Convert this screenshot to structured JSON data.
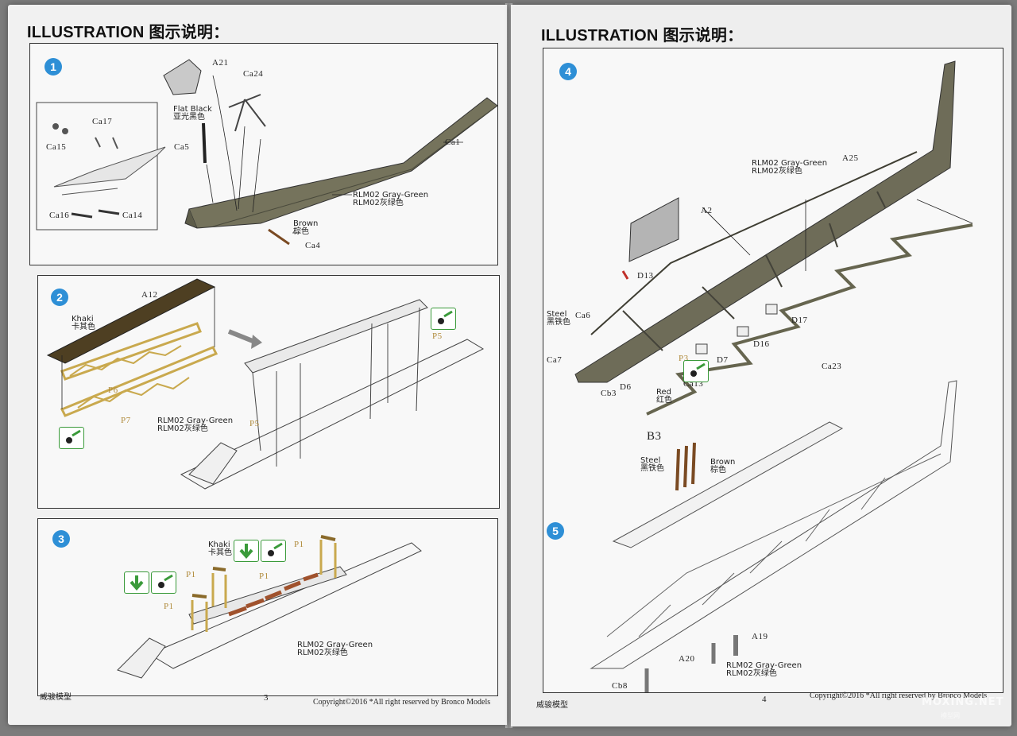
{
  "pages": {
    "left": {
      "heading": "ILLUSTRATION 图示说明：",
      "brand": "威骏模型",
      "page_number": "3",
      "copyright": "Copyright©2016  *All right reserved by Bronco Models"
    },
    "right": {
      "heading": "ILLUSTRATION 图示说明：",
      "brand": "威骏模型",
      "page_number": "4",
      "copyright": "Copyright©2016  *All right reserved by Bronco Models"
    }
  },
  "steps": [
    {
      "number": "1",
      "parts": {
        "a21": "A21",
        "ca24": "Ca24",
        "ca5": "Ca5",
        "ca1": "Ca1",
        "ca4": "Ca4",
        "ca15": "Ca15",
        "ca17": "Ca17",
        "ca16": "Ca16",
        "ca14": "Ca14"
      },
      "colors": {
        "flat_black_en": "Flat Black",
        "flat_black_cn": "亚光黑色",
        "gray_green_en": "RLM02 Gray-Green",
        "gray_green_cn": "RLM02灰绿色",
        "brown_en": "Brown",
        "brown_cn": "棕色"
      }
    },
    {
      "number": "2",
      "parts": {
        "a12": "A12",
        "p5a": "P5",
        "p5b": "P5",
        "p6": "P6",
        "p7": "P7"
      },
      "colors": {
        "khaki_en": "Khaki",
        "khaki_cn": "卡其色",
        "gray_green_en": "RLM02 Gray-Green",
        "gray_green_cn": "RLM02灰绿色"
      }
    },
    {
      "number": "3",
      "parts": {
        "p1a": "P1",
        "p1b": "P1",
        "p1c": "P1",
        "p1d": "P1"
      },
      "colors": {
        "khaki_en": "Khaki",
        "khaki_cn": "卡其色",
        "gray_green_en": "RLM02 Gray-Green",
        "gray_green_cn": "RLM02灰绿色"
      }
    },
    {
      "number": "4",
      "parts": {
        "a25": "A25",
        "a2": "A2",
        "d13": "D13",
        "d17": "D17",
        "d16": "D16",
        "d7": "D7",
        "ca6": "Ca6",
        "ca7": "Ca7",
        "p3": "P3",
        "ca13": "Ca13",
        "d6": "D6",
        "cb3": "Cb3",
        "ca23": "Ca23"
      },
      "colors": {
        "gray_green_en": "RLM02 Gray-Green",
        "gray_green_cn": "RLM02灰绿色",
        "steel_en": "Steel",
        "steel_cn": "黑铁色",
        "red_en": "Red",
        "red_cn": "红色"
      }
    },
    {
      "number": "5",
      "parts": {
        "b3": "B3",
        "a19": "A19",
        "a20": "A20",
        "cb8": "Cb8"
      },
      "colors": {
        "steel_en": "Steel",
        "steel_cn": "黑铁色",
        "brown_en": "Brown",
        "brown_cn": "棕色",
        "gray_green_en": "RLM02 Gray-Green",
        "gray_green_cn": "RLM02灰绿色"
      }
    }
  ],
  "watermark": {
    "main": "MOXING.NET",
    "sub": "模型网"
  },
  "theme": {
    "step_badge": "#2e8fd6",
    "gray_green": "#6b6b55",
    "khaki": "#c9a94e",
    "brown": "#7a4a22",
    "red": "#c0302a",
    "icon_green": "#3a9a3a"
  }
}
